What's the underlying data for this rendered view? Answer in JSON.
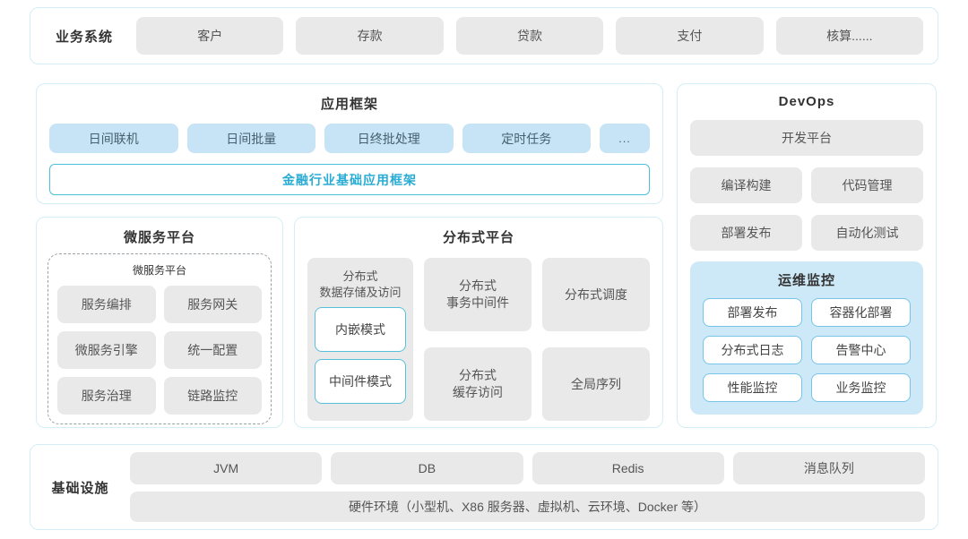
{
  "colors": {
    "accent_teal": "#29acd4",
    "teal_border": "#4dbfda",
    "panel_border": "#d4eef5",
    "gray_box": "#e9e9e9",
    "blue_box": "#c6e4f6",
    "monitor_bg": "#cde8f7",
    "white_box_border": "#76c5e9"
  },
  "business_systems": {
    "label": "业务系统",
    "items": [
      "客户",
      "存款",
      "贷款",
      "支付",
      "核算......"
    ]
  },
  "app_framework": {
    "title": "应用框架",
    "items": [
      "日间联机",
      "日间批量",
      "日终批处理",
      "定时任务"
    ],
    "ellipsis": "...",
    "base_framework": "金融行业基础应用框架"
  },
  "devops": {
    "title": "DevOps",
    "platform": "开发平台",
    "items": [
      "编译构建",
      "代码管理",
      "部署发布",
      "自动化测试"
    ],
    "monitoring": {
      "title": "运维监控",
      "items": [
        "部署发布",
        "容器化部署",
        "分布式日志",
        "告警中心",
        "性能监控",
        "业务监控"
      ]
    }
  },
  "microservice": {
    "title": "微服务平台",
    "inner_title": "微服务平台",
    "items": [
      "服务编排",
      "服务网关",
      "微服务引擎",
      "统一配置",
      "服务治理",
      "链路监控"
    ]
  },
  "distributed": {
    "title": "分布式平台",
    "storage": {
      "label": "分布式\n数据存储及访问",
      "modes": [
        "内嵌模式",
        "中间件模式"
      ]
    },
    "cells": [
      "分布式\n事务中间件",
      "分布式调度",
      "分布式\n缓存访问",
      "全局序列"
    ]
  },
  "infrastructure": {
    "label": "基础设施",
    "items": [
      "JVM",
      "DB",
      "Redis",
      "消息队列"
    ],
    "hardware": "硬件环境（小型机、X86 服务器、虚拟机、云环境、Docker 等）"
  }
}
